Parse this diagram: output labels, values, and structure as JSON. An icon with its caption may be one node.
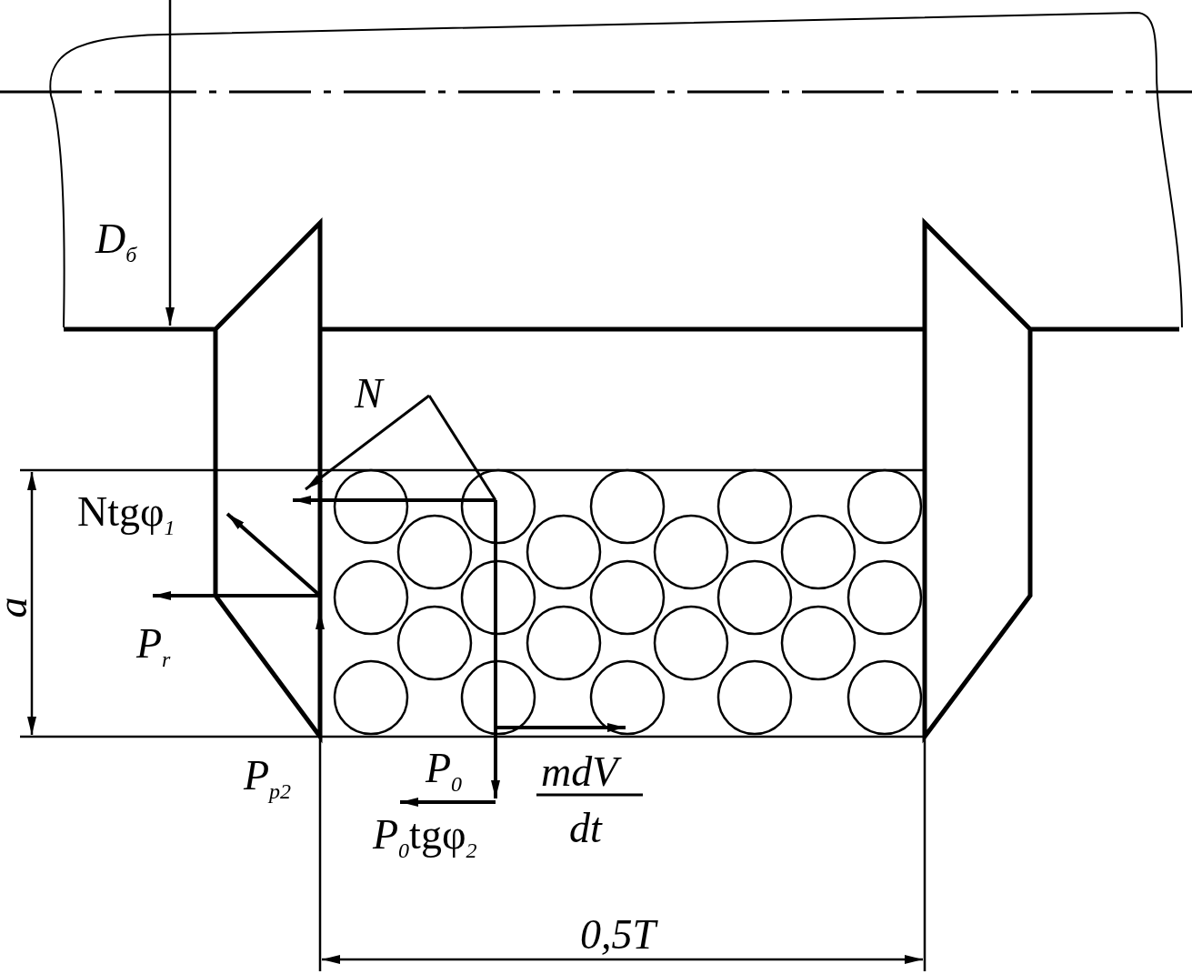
{
  "diagram": {
    "labels": [
      "*D*$_{б}$",
      "*N*",
      "Ntgφ$_{1}$",
      "a",
      "*P*$_{r}$",
      "*P*$_{p2}$",
      "*P*$_{0}$",
      "mdV",
      "*P*$_{0}$tgφ$_{2}$",
      "dt",
      "0,5T"
    ]
  }
}
